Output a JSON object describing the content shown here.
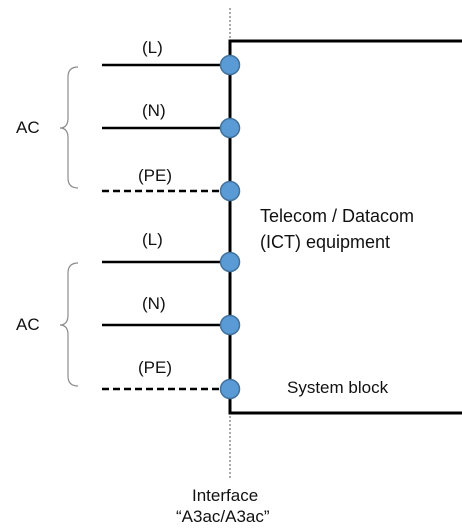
{
  "equipment": {
    "line1": "Telecom / Datacom",
    "line2": "(ICT) equipment",
    "block_label": "System block"
  },
  "interface": {
    "line1": "Interface",
    "line2": "“A3ac/A3ac”"
  },
  "groups": [
    {
      "label": "AC",
      "conductors": [
        {
          "label": "(L)",
          "style": "solid"
        },
        {
          "label": "(N)",
          "style": "solid"
        },
        {
          "label": "(PE)",
          "style": "dashed"
        }
      ]
    },
    {
      "label": "AC",
      "conductors": [
        {
          "label": "(L)",
          "style": "solid"
        },
        {
          "label": "(N)",
          "style": "solid"
        },
        {
          "label": "(PE)",
          "style": "dashed"
        }
      ]
    }
  ],
  "colors": {
    "node_fill": "#5b9bd5",
    "node_stroke": "#41719c",
    "line": "#000000",
    "bracket": "#8c8c8c"
  }
}
